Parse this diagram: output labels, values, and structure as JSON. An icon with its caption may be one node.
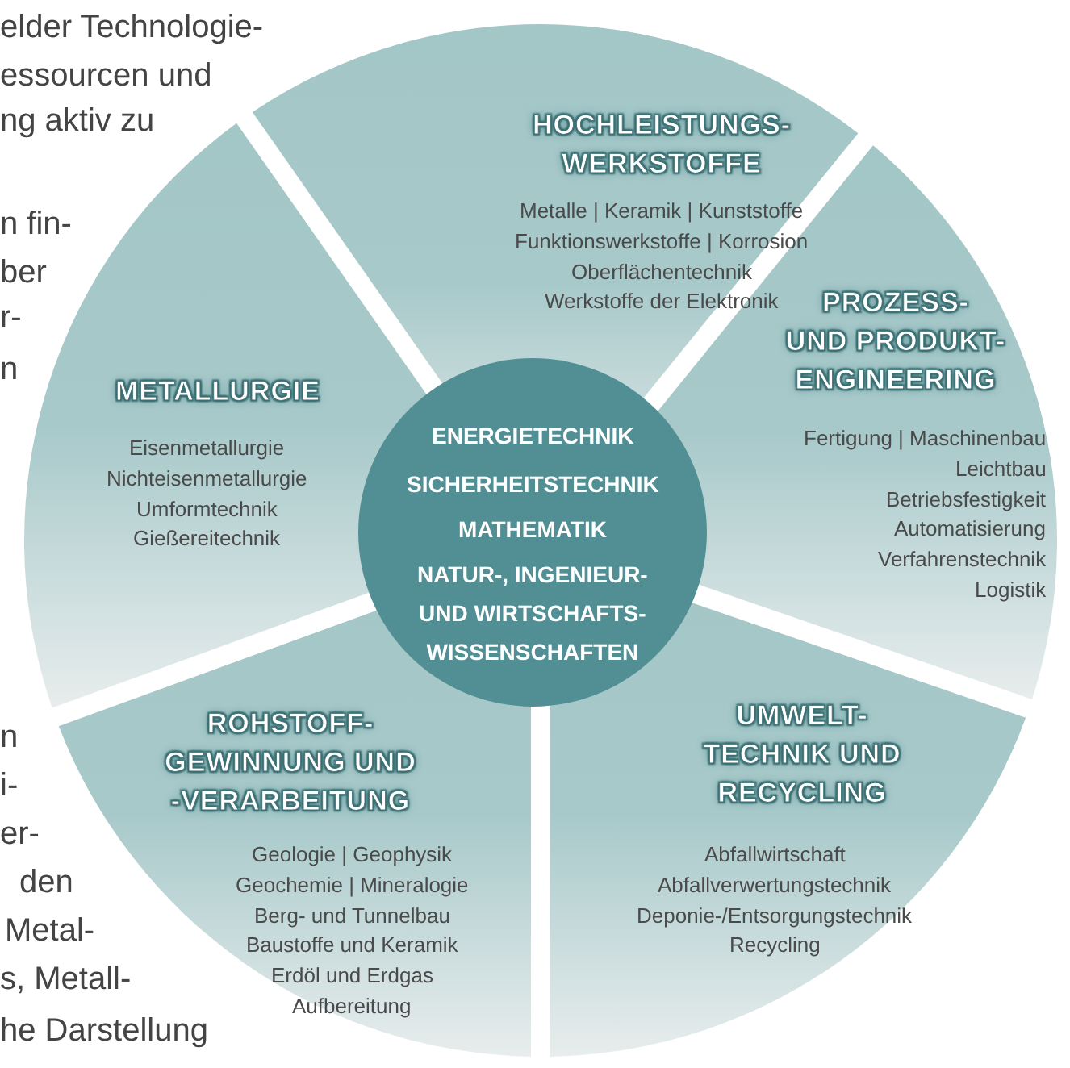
{
  "diagram": {
    "nodes": [
      {
        "text": [
          "HOCHLEISTUNGS- WERKSTOFFE",
          "Metalle | Keramik | Kunststoffe",
          "Funktionswerkstoffe | Korrosion",
          "Oberflächentechnik",
          "Werkstoffe der Elektronik"
        ]
      },
      {
        "text": [
          "PROZESS- UND PRODUKT- ENGINEERING",
          "Fertigung | Maschinenbau",
          "Leichtbau",
          "Betriebsfestigkeit",
          "Automatisierung",
          "Verfahrenstechnik",
          "Logistik"
        ]
      },
      {
        "text": [
          "UMWELT- TECHNIK UND RECYCLING",
          "Abfallwirtschaft",
          "Abfallverwertungstechnik",
          "Deponie-/Entsorgungstechnik",
          "Recycling"
        ]
      },
      {
        "text": [
          "ROHSTOFF- GEWINNUNG UND -VERARBEITUNG",
          "Geologie | Geophysik",
          "Geochemie | Mineralogie",
          "Berg- und Tunnelbau",
          "Baustoffe und Keramik",
          "Erdöl und Erdgas",
          "Aufbereitung"
        ]
      },
      {
        "text": [
          "METALLURGIE",
          "Eisenmetallurgie",
          "Nichteisenmetallurgie",
          "Umformtechnik",
          "Gießereitechnik"
        ]
      },
      {
        "text": [
          "ENERGIETECHNIK",
          "SICHERHEITSTECHNIK",
          "MATHEMATIK",
          "NATUR-, INGENIEUR- UND WIRTSCHAFTS- WISSENSCHAFTEN"
        ]
      }
    ],
    "labels": [
      "elder Technologie-",
      "essourcen und",
      "ng aktiv zu",
      "n fin-",
      "ber",
      "r-",
      "n",
      "n",
      "i-",
      "er-",
      "den",
      "Metal-",
      "s, Metall-",
      "he Darstellung"
    ]
  }
}
